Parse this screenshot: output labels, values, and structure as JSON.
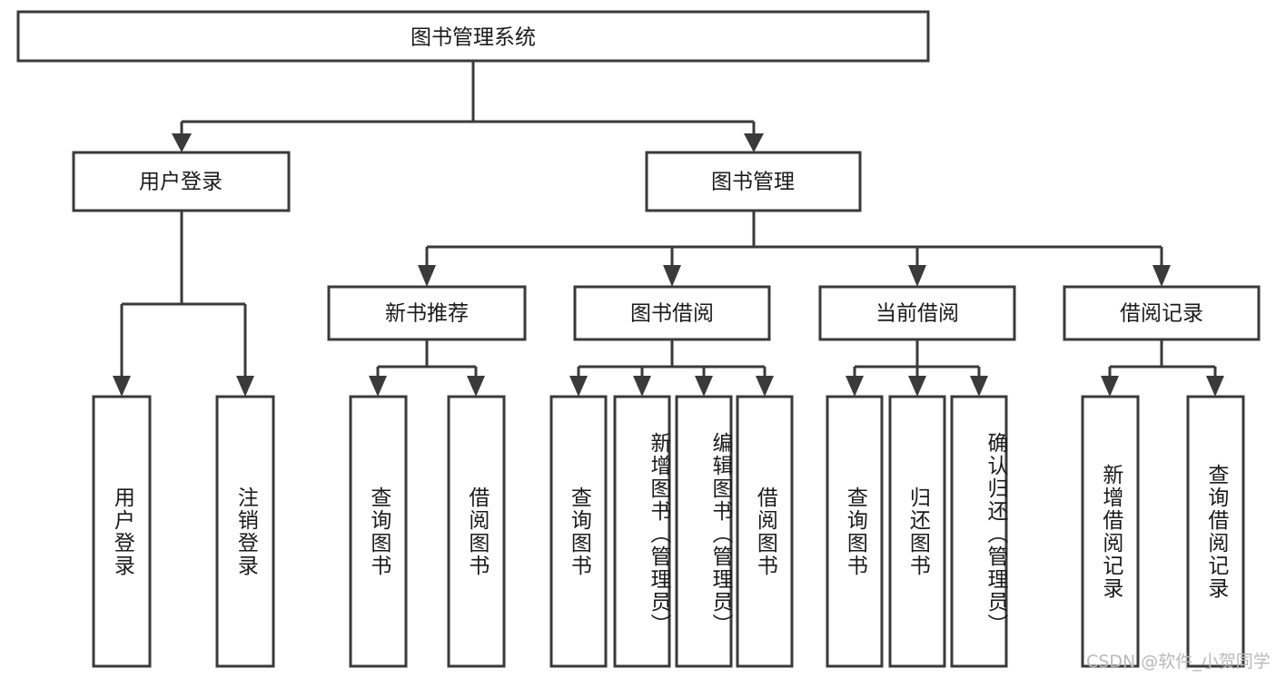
{
  "diagram": {
    "title": "图书管理系统",
    "type": "hierarchy-tree",
    "levels": 4,
    "root": {
      "id": "root",
      "label": "图书管理系统",
      "orientation": "horizontal"
    },
    "level2": [
      {
        "id": "user-login",
        "label": "用户登录",
        "orientation": "horizontal"
      },
      {
        "id": "book-manage",
        "label": "图书管理",
        "orientation": "horizontal"
      }
    ],
    "level3": [
      {
        "id": "new-book-rec",
        "label": "新书推荐",
        "orientation": "horizontal",
        "parent": "book-manage"
      },
      {
        "id": "book-borrow",
        "label": "图书借阅",
        "orientation": "horizontal",
        "parent": "book-manage"
      },
      {
        "id": "current-borrow",
        "label": "当前借阅",
        "orientation": "horizontal",
        "parent": "book-manage"
      },
      {
        "id": "borrow-record",
        "label": "借阅记录",
        "orientation": "horizontal",
        "parent": "book-manage"
      }
    ],
    "leaves": [
      {
        "id": "leaf-user-login",
        "label": "用户登录",
        "orientation": "vertical",
        "parent": "user-login"
      },
      {
        "id": "leaf-user-logout",
        "label": "注销登录",
        "orientation": "vertical",
        "parent": "user-login"
      },
      {
        "id": "leaf-query-book-1",
        "label": "查询图书",
        "orientation": "vertical",
        "parent": "new-book-rec"
      },
      {
        "id": "leaf-borrow-book-1",
        "label": "借阅图书",
        "orientation": "vertical",
        "parent": "new-book-rec"
      },
      {
        "id": "leaf-query-book-2",
        "label": "查询图书",
        "orientation": "vertical",
        "parent": "book-borrow"
      },
      {
        "id": "leaf-add-book",
        "label": "新增图书（管理员）",
        "orientation": "vertical",
        "parent": "book-borrow"
      },
      {
        "id": "leaf-edit-book",
        "label": "编辑图书（管理员）",
        "orientation": "vertical",
        "parent": "book-borrow"
      },
      {
        "id": "leaf-borrow-book-2",
        "label": "借阅图书",
        "orientation": "vertical",
        "parent": "book-borrow"
      },
      {
        "id": "leaf-query-book-3",
        "label": "查询图书",
        "orientation": "vertical",
        "parent": "current-borrow"
      },
      {
        "id": "leaf-return-book",
        "label": "归还图书",
        "orientation": "vertical",
        "parent": "current-borrow"
      },
      {
        "id": "leaf-confirm-return",
        "label": "确认归还（管理员）",
        "orientation": "vertical",
        "parent": "current-borrow"
      },
      {
        "id": "leaf-add-record",
        "label": "新增借阅记录",
        "orientation": "vertical",
        "parent": "borrow-record"
      },
      {
        "id": "leaf-query-record",
        "label": "查询借阅记录",
        "orientation": "vertical",
        "parent": "borrow-record"
      }
    ],
    "colors": {
      "box_stroke": "#3a3a3a",
      "box_fill": "#ffffff",
      "connector": "#3a3a3a",
      "text": "#1a1a1a",
      "background": "#ffffff",
      "watermark": "#b9b9b9"
    }
  },
  "watermark": {
    "text": "CSDN @软件_小贺同学"
  }
}
